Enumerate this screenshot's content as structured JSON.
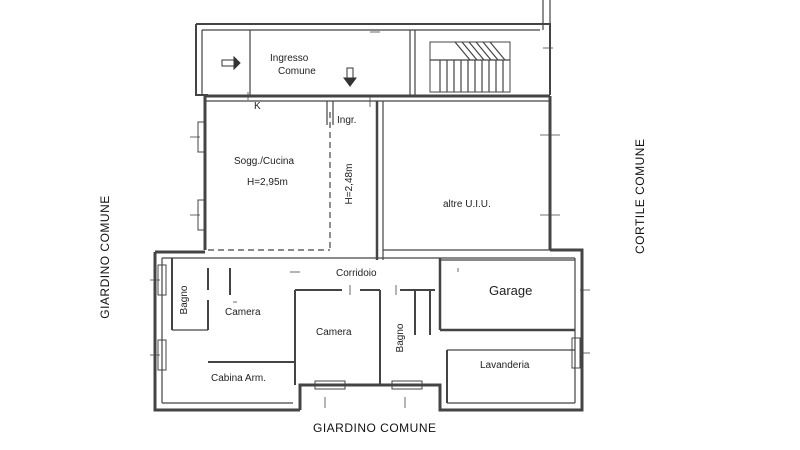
{
  "rooms": {
    "ingresso": [
      "Ingresso",
      "Comune"
    ],
    "ingr": "Ingr.",
    "k": "K",
    "soggiorno": "Sogg./Cucina",
    "soggiorno_height": "H=2,95m",
    "corridoio_height": "H=2,48m",
    "altre": "altre U.I.U.",
    "corridoio": "Corridoio",
    "bagno_left": "Bagno",
    "camera_left": "Camera",
    "camera_center": "Camera",
    "bagno_center": "Bagno",
    "cabina": "Cabina Arm.",
    "garage": "Garage",
    "lavanderia": "Lavanderia"
  },
  "surroundings": {
    "left": "GIARDINO COMUNE",
    "bottom": "GIARDINO COMUNE",
    "right": "CORTILE COMUNE"
  },
  "icons": {
    "entrance_arrow": "arrow-right-icon",
    "entrance_arrow_down": "arrow-down-icon",
    "stairs": "stairs-icon"
  },
  "colors": {
    "wall": "#555555",
    "line": "#333333",
    "background": "#ffffff"
  }
}
